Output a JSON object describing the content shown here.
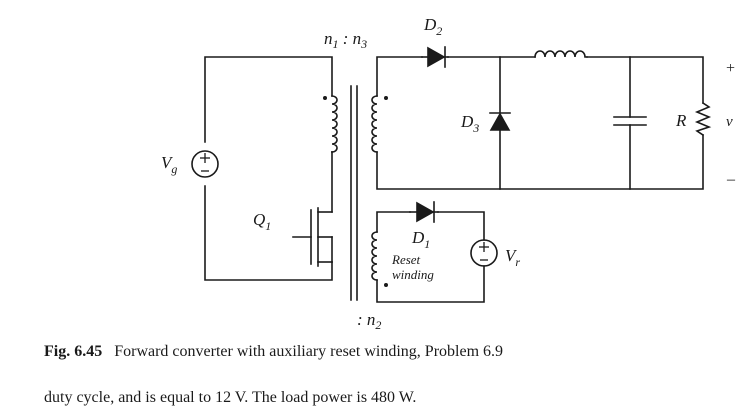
{
  "figure": {
    "labels": {
      "vg_main": "V",
      "vg_sub": "g",
      "turns_n1": "n",
      "turns_n1_sub": "1",
      "turns_colon": " : ",
      "turns_n3": "n",
      "turns_n3_sub": "3",
      "turns_n2_colon": ": ",
      "turns_n2": "n",
      "turns_n2_sub": "2",
      "d2_main": "D",
      "d2_sub": "2",
      "d3_main": "D",
      "d3_sub": "3",
      "d1_main": "D",
      "d1_sub": "1",
      "q1_main": "Q",
      "q1_sub": "1",
      "r": "R",
      "v": "v",
      "plus": "+",
      "minus": "–",
      "vr_main": "V",
      "vr_sub": "r",
      "reset_line1": "Reset",
      "reset_line2": "winding"
    }
  },
  "caption": {
    "number": "Fig. 6.45",
    "text": "Forward converter with auxiliary reset winding, Problem 6.9"
  },
  "body_text": "duty cycle, and is equal to 12 V. The load power is 480 W."
}
